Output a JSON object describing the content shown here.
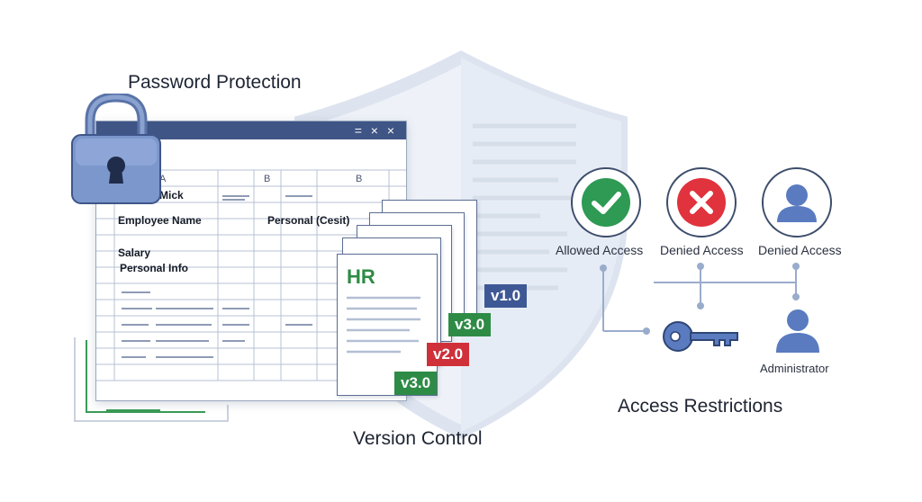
{
  "sections": {
    "password_protection": "Password Protection",
    "version_control": "Version Control",
    "access_restrictions": "Access Restrictions"
  },
  "spreadsheet": {
    "titlebar_controls": "= × ×",
    "column_headers": [
      "A",
      "B",
      "B"
    ],
    "rows": [
      "Mick",
      "Employee Name",
      "Personal (Cesit)",
      "Salary",
      "Personal Info"
    ]
  },
  "documents": {
    "heading": "HR",
    "versions": [
      "v1.0",
      "v3.0",
      "v2.0",
      "v3.0"
    ]
  },
  "access": {
    "allowed": "Allowed Access",
    "denied_1": "Denied Access",
    "denied_2": "Denied Access",
    "admin": "Administrator"
  },
  "colors": {
    "navy": "#3f5585",
    "green": "#2e8b46",
    "red": "#d0303a",
    "blue": "#3e5895",
    "icon_blue": "#5a7bbf"
  }
}
